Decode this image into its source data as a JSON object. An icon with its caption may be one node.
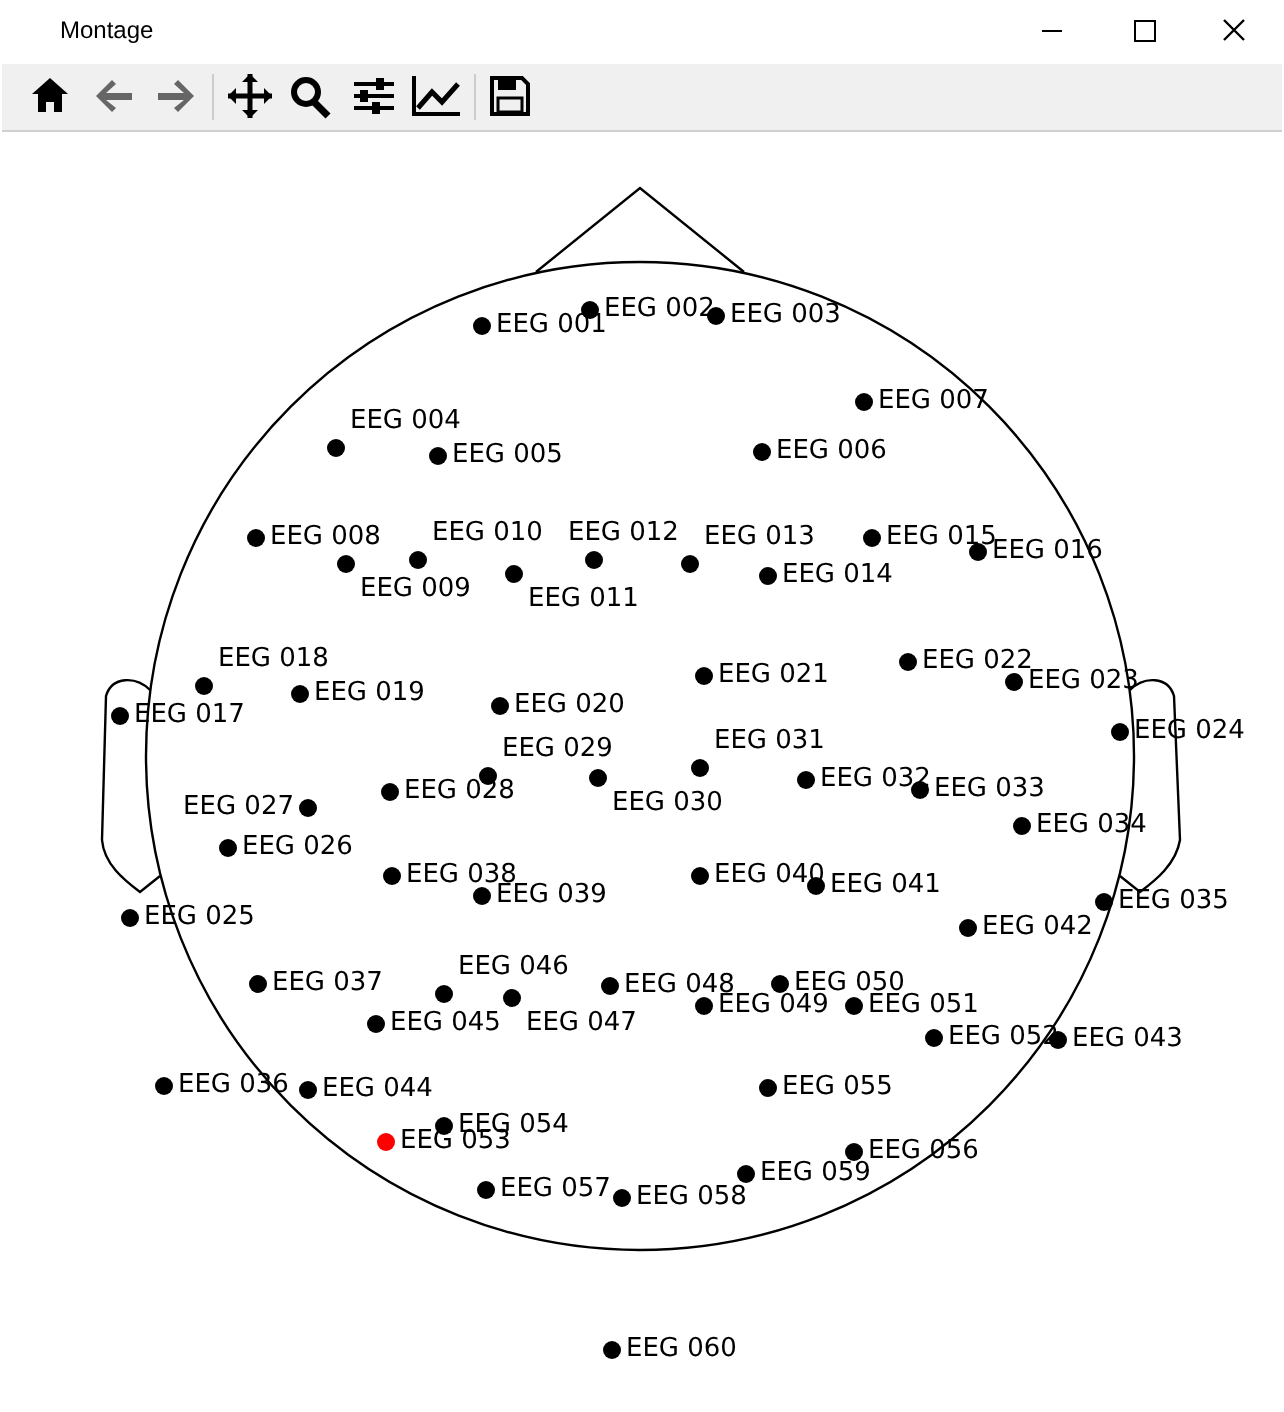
{
  "diagram": {
    "title": "Montage",
    "labels": [
      "EEG 001",
      "EEG 002",
      "EEG 003",
      "EEG 004",
      "EEG 005",
      "EEG 006",
      "EEG 007",
      "EEG 008",
      "EEG 009",
      "EEG 010",
      "EEG 011",
      "EEG 012",
      "EEG 013",
      "EEG 014",
      "EEG 015",
      "EEG 016",
      "EEG 017",
      "EEG 018",
      "EEG 019",
      "EEG 020",
      "EEG 021",
      "EEG 022",
      "EEG 023",
      "EEG 024",
      "EEG 025",
      "EEG 026",
      "EEG 027",
      "EEG 028",
      "EEG 029",
      "EEG 030",
      "EEG 031",
      "EEG 032",
      "EEG 033",
      "EEG 034",
      "EEG 035",
      "EEG 036",
      "EEG 037",
      "EEG 038",
      "EEG 039",
      "EEG 040",
      "EEG 041",
      "EEG 042",
      "EEG 043",
      "EEG 044",
      "EEG 045",
      "EEG 046",
      "EEG 047",
      "EEG 048",
      "EEG 049",
      "EEG 050",
      "EEG 051",
      "EEG 052",
      "EEG 053",
      "EEG 054",
      "EEG 055",
      "EEG 056",
      "EEG 057",
      "EEG 058",
      "EEG 059",
      "EEG 060"
    ]
  }
}
